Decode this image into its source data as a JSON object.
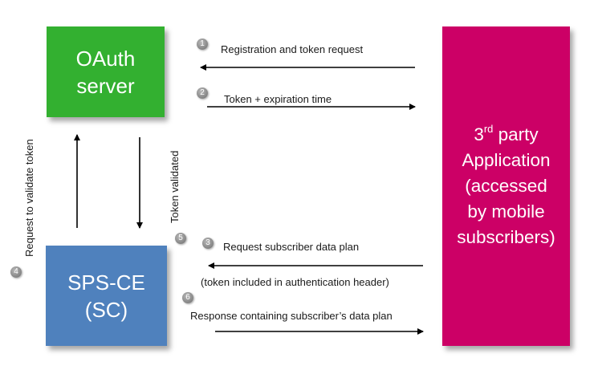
{
  "nodes": {
    "oauth": {
      "lines": [
        "OAuth",
        "server"
      ],
      "color": "#33b030"
    },
    "spsce": {
      "lines": [
        "SPS-CE",
        "(SC)"
      ],
      "color": "#4f81bd"
    },
    "app": {
      "line1_main": "3",
      "line1_sup": "rd",
      "line1_rest": " party",
      "lines": [
        "Application",
        "(accessed",
        "by mobile",
        "subscribers)"
      ],
      "color": "#cc0066"
    }
  },
  "steps": {
    "s1": {
      "badge": "1",
      "label": "Registration and token request"
    },
    "s2": {
      "badge": "2",
      "label": "Token + expiration time"
    },
    "s3": {
      "badge": "3",
      "label": "Request subscriber data plan",
      "sublabel": "(token included in authentication header)"
    },
    "s4": {
      "badge": "4",
      "label": "Request to validate token"
    },
    "s5": {
      "badge": "5",
      "label": "Token validated"
    },
    "s6": {
      "badge": "6",
      "label": "Response containing subscriber’s data plan"
    }
  }
}
